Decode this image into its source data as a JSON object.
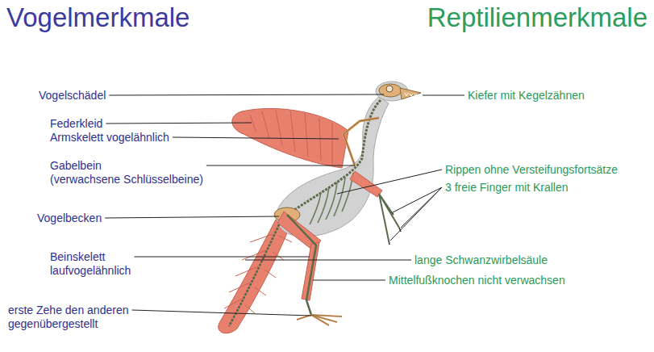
{
  "diagram": {
    "labels": [
      "Vogelmerkmale",
      "Reptilienmerkmale",
      "Vogelschädel",
      "Federkleid",
      "Armskelett vogelähnlich",
      "Gabelbein (verwachsene Schlüsselbeine)",
      "Vogelbecken",
      "Beinskelett laufvogelähnlich",
      "erste Zehe den anderen gegenübergestellt",
      "Kiefer mit Kegelzähnen",
      "Rippen ohne Versteifungsfortsätze",
      "3 freie Finger mit Krallen",
      "lange Schwanzwirbelsäule",
      "Mittelfußknochen nicht verwachsen"
    ]
  }
}
